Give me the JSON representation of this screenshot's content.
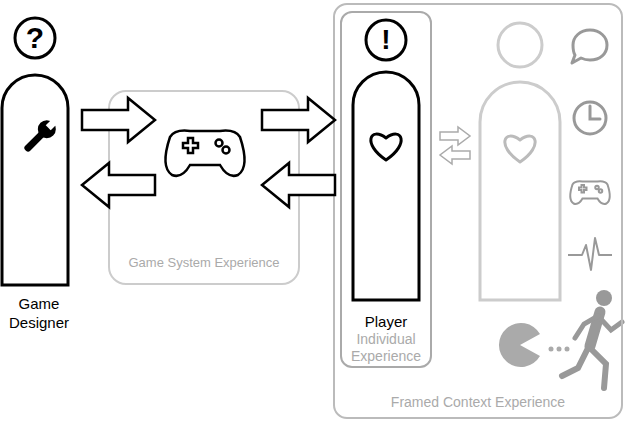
{
  "diagram": {
    "nodes": [
      {
        "text": [
          "?",
          "Game Designer"
        ]
      },
      {
        "text": [
          "Game System Experience"
        ]
      },
      {
        "text": [
          "Framed Context Experience"
        ]
      },
      {
        "text": [
          "!",
          "Player",
          "Individual Experience"
        ],
        "in": 2
      }
    ],
    "edges": [
      {
        "from": 0,
        "to": 1,
        "arrow": "to"
      },
      {
        "from": 1,
        "to": 0,
        "arrow": "to"
      },
      {
        "from": 1,
        "to": 3,
        "arrow": "to"
      },
      {
        "from": 3,
        "to": 1,
        "arrow": "to"
      }
    ]
  }
}
